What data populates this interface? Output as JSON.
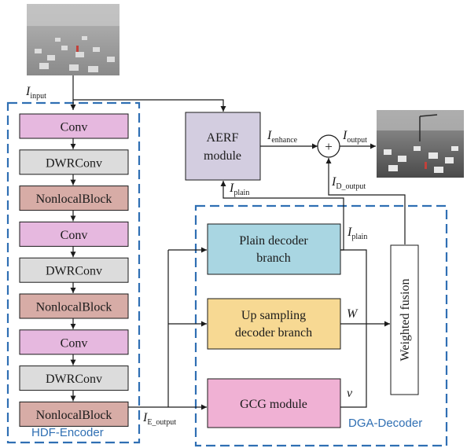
{
  "encoder": {
    "title": "HDF-Encoder",
    "blocks": [
      "Conv",
      "DWRConv",
      "NonlocalBlock",
      "Conv",
      "DWRConv",
      "NonlocalBlock",
      "Conv",
      "DWRConv",
      "NonlocalBlock"
    ],
    "block_colors": [
      "#e6b8df",
      "#dcdcdc",
      "#d7aca6",
      "#e6b8df",
      "#dcdcdc",
      "#d7aca6",
      "#e6b8df",
      "#dcdcdc",
      "#d7aca6"
    ]
  },
  "decoder": {
    "title": "DGA-Decoder",
    "plain": [
      "Plain decoder",
      "branch"
    ],
    "upsampling": [
      "Up sampling",
      "decoder branch"
    ],
    "gcg": "GCG module",
    "fusion": "Weighted fusion",
    "colors": {
      "plain": "#a9d6e2",
      "upsampling": "#f7d993",
      "gcg": "#f0b1d4",
      "fusion": "#ffffff"
    }
  },
  "aerf": {
    "lines": [
      "AERF",
      "module"
    ],
    "color": "#d3cde0"
  },
  "adder_symbol": "+",
  "signals": {
    "input": {
      "main": "I",
      "sub": "input"
    },
    "enhance": {
      "main": "I",
      "sub": "enhance"
    },
    "output": {
      "main": "I",
      "sub": "output"
    },
    "plain_to_aerf": {
      "main": "I",
      "sub": "plain"
    },
    "plain_branch": {
      "main": "I",
      "sub": "plain"
    },
    "d_output": {
      "main": "I",
      "sub": "D_output"
    },
    "e_output": {
      "main": "I",
      "sub": "E_output"
    },
    "W": "W",
    "v": "v"
  },
  "colors": {
    "dashed_border": "#2f6fb3",
    "line": "#1a1a1a"
  }
}
